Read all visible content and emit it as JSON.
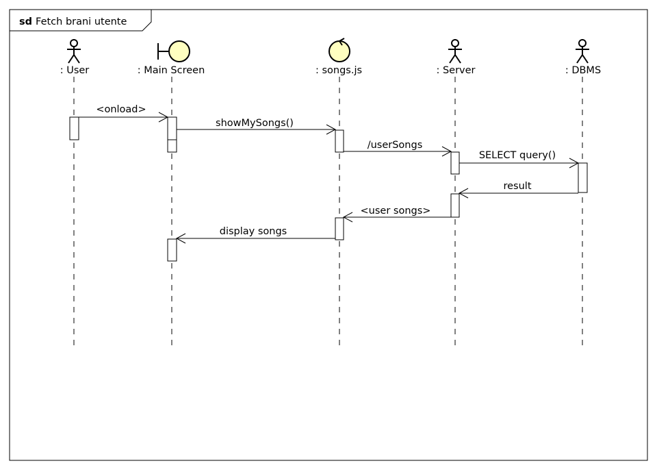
{
  "frame": {
    "keyword": "sd",
    "title": "Fetch brani utente"
  },
  "participants": [
    {
      "id": "user",
      "kind": "actor",
      "label": ": User"
    },
    {
      "id": "main-screen",
      "kind": "boundary",
      "label": ": Main Screen"
    },
    {
      "id": "songs-js",
      "kind": "control",
      "label": ": songs.js"
    },
    {
      "id": "server",
      "kind": "actor",
      "label": ": Server"
    },
    {
      "id": "dbms",
      "kind": "actor",
      "label": ": DBMS"
    }
  ],
  "messages": [
    {
      "label": "<onload>",
      "from": "user",
      "to": "main-screen",
      "kind": "call"
    },
    {
      "label": "showMySongs()",
      "from": "main-screen",
      "to": "songs-js",
      "kind": "call"
    },
    {
      "label": "/userSongs",
      "from": "songs-js",
      "to": "server",
      "kind": "call"
    },
    {
      "label": "SELECT query()",
      "from": "server",
      "to": "dbms",
      "kind": "call"
    },
    {
      "label": "result",
      "from": "dbms",
      "to": "server",
      "kind": "call"
    },
    {
      "label": "<user songs>",
      "from": "server",
      "to": "songs-js",
      "kind": "call"
    },
    {
      "label": "display songs",
      "from": "songs-js",
      "to": "main-screen",
      "kind": "call"
    }
  ],
  "colors": {
    "symbol_fill": "#ffffc0",
    "stroke": "#000000",
    "background": "#ffffff"
  }
}
